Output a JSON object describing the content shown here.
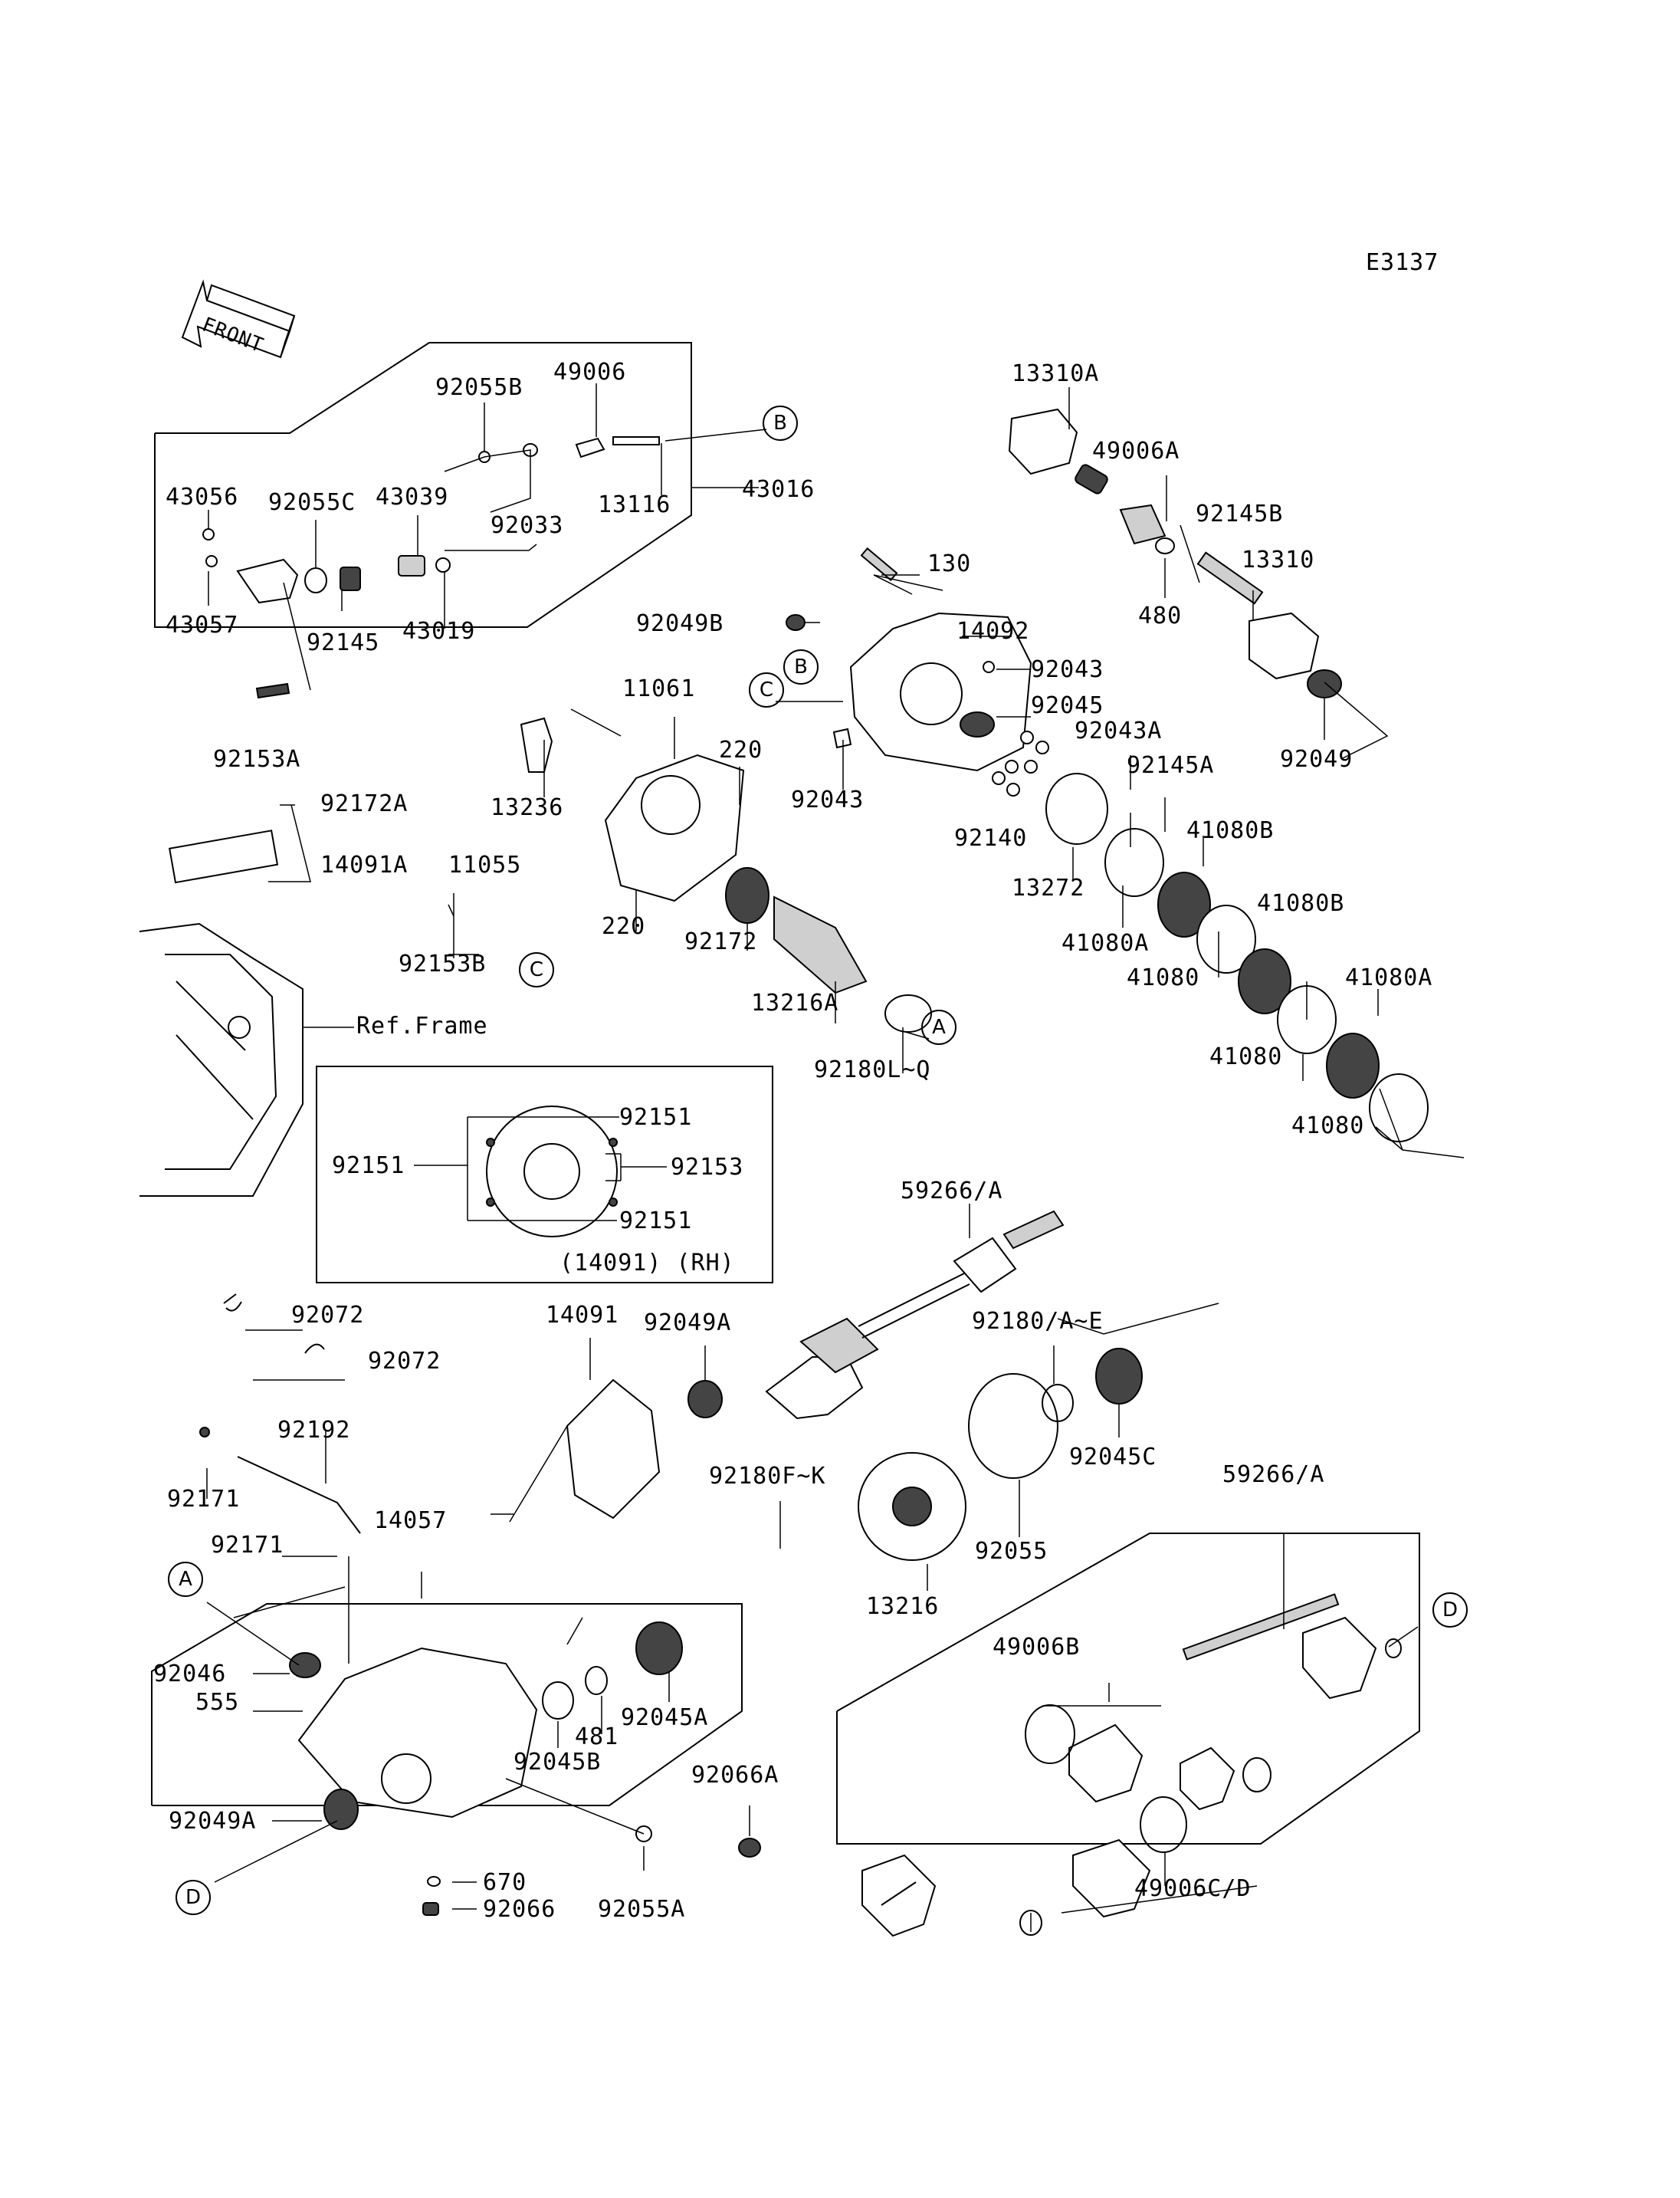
{
  "code": "E3137",
  "front_label": "FRONT",
  "ref_frame": "Ref.Frame",
  "callouts": [
    "A",
    "B",
    "C",
    "D"
  ],
  "inset": {
    "caption": "(14091)  (RH)",
    "labels": [
      "92151",
      "92151",
      "92153",
      "92151"
    ]
  },
  "parts": [
    "92055B",
    "49006",
    "43056",
    "92055C",
    "43039",
    "13116",
    "43016",
    "92033",
    "43057",
    "92145",
    "43019",
    "92153A",
    "92172A",
    "14091A",
    "11055",
    "92153B",
    "13310A",
    "49006A",
    "92145B",
    "13310",
    "480",
    "92049",
    "130",
    "92049B",
    "14092",
    "92043",
    "92045",
    "11061",
    "220",
    "13236",
    "220",
    "92172",
    "92043",
    "13216A",
    "92180L~Q",
    "92043A",
    "92145A",
    "92140",
    "41080B",
    "13272",
    "41080A",
    "41080",
    "41080B",
    "41080A",
    "41080",
    "41080",
    "59266/A",
    "92072",
    "92072",
    "14091",
    "92049A",
    "92180/A~E",
    "92192",
    "92171",
    "92045C",
    "92180F~K",
    "92171",
    "14057",
    "92055",
    "59266/A",
    "13216",
    "92046",
    "555",
    "49006B",
    "481",
    "92045A",
    "92045B",
    "92049A",
    "92066A",
    "670",
    "92066",
    "92055A",
    "49006C/D"
  ]
}
